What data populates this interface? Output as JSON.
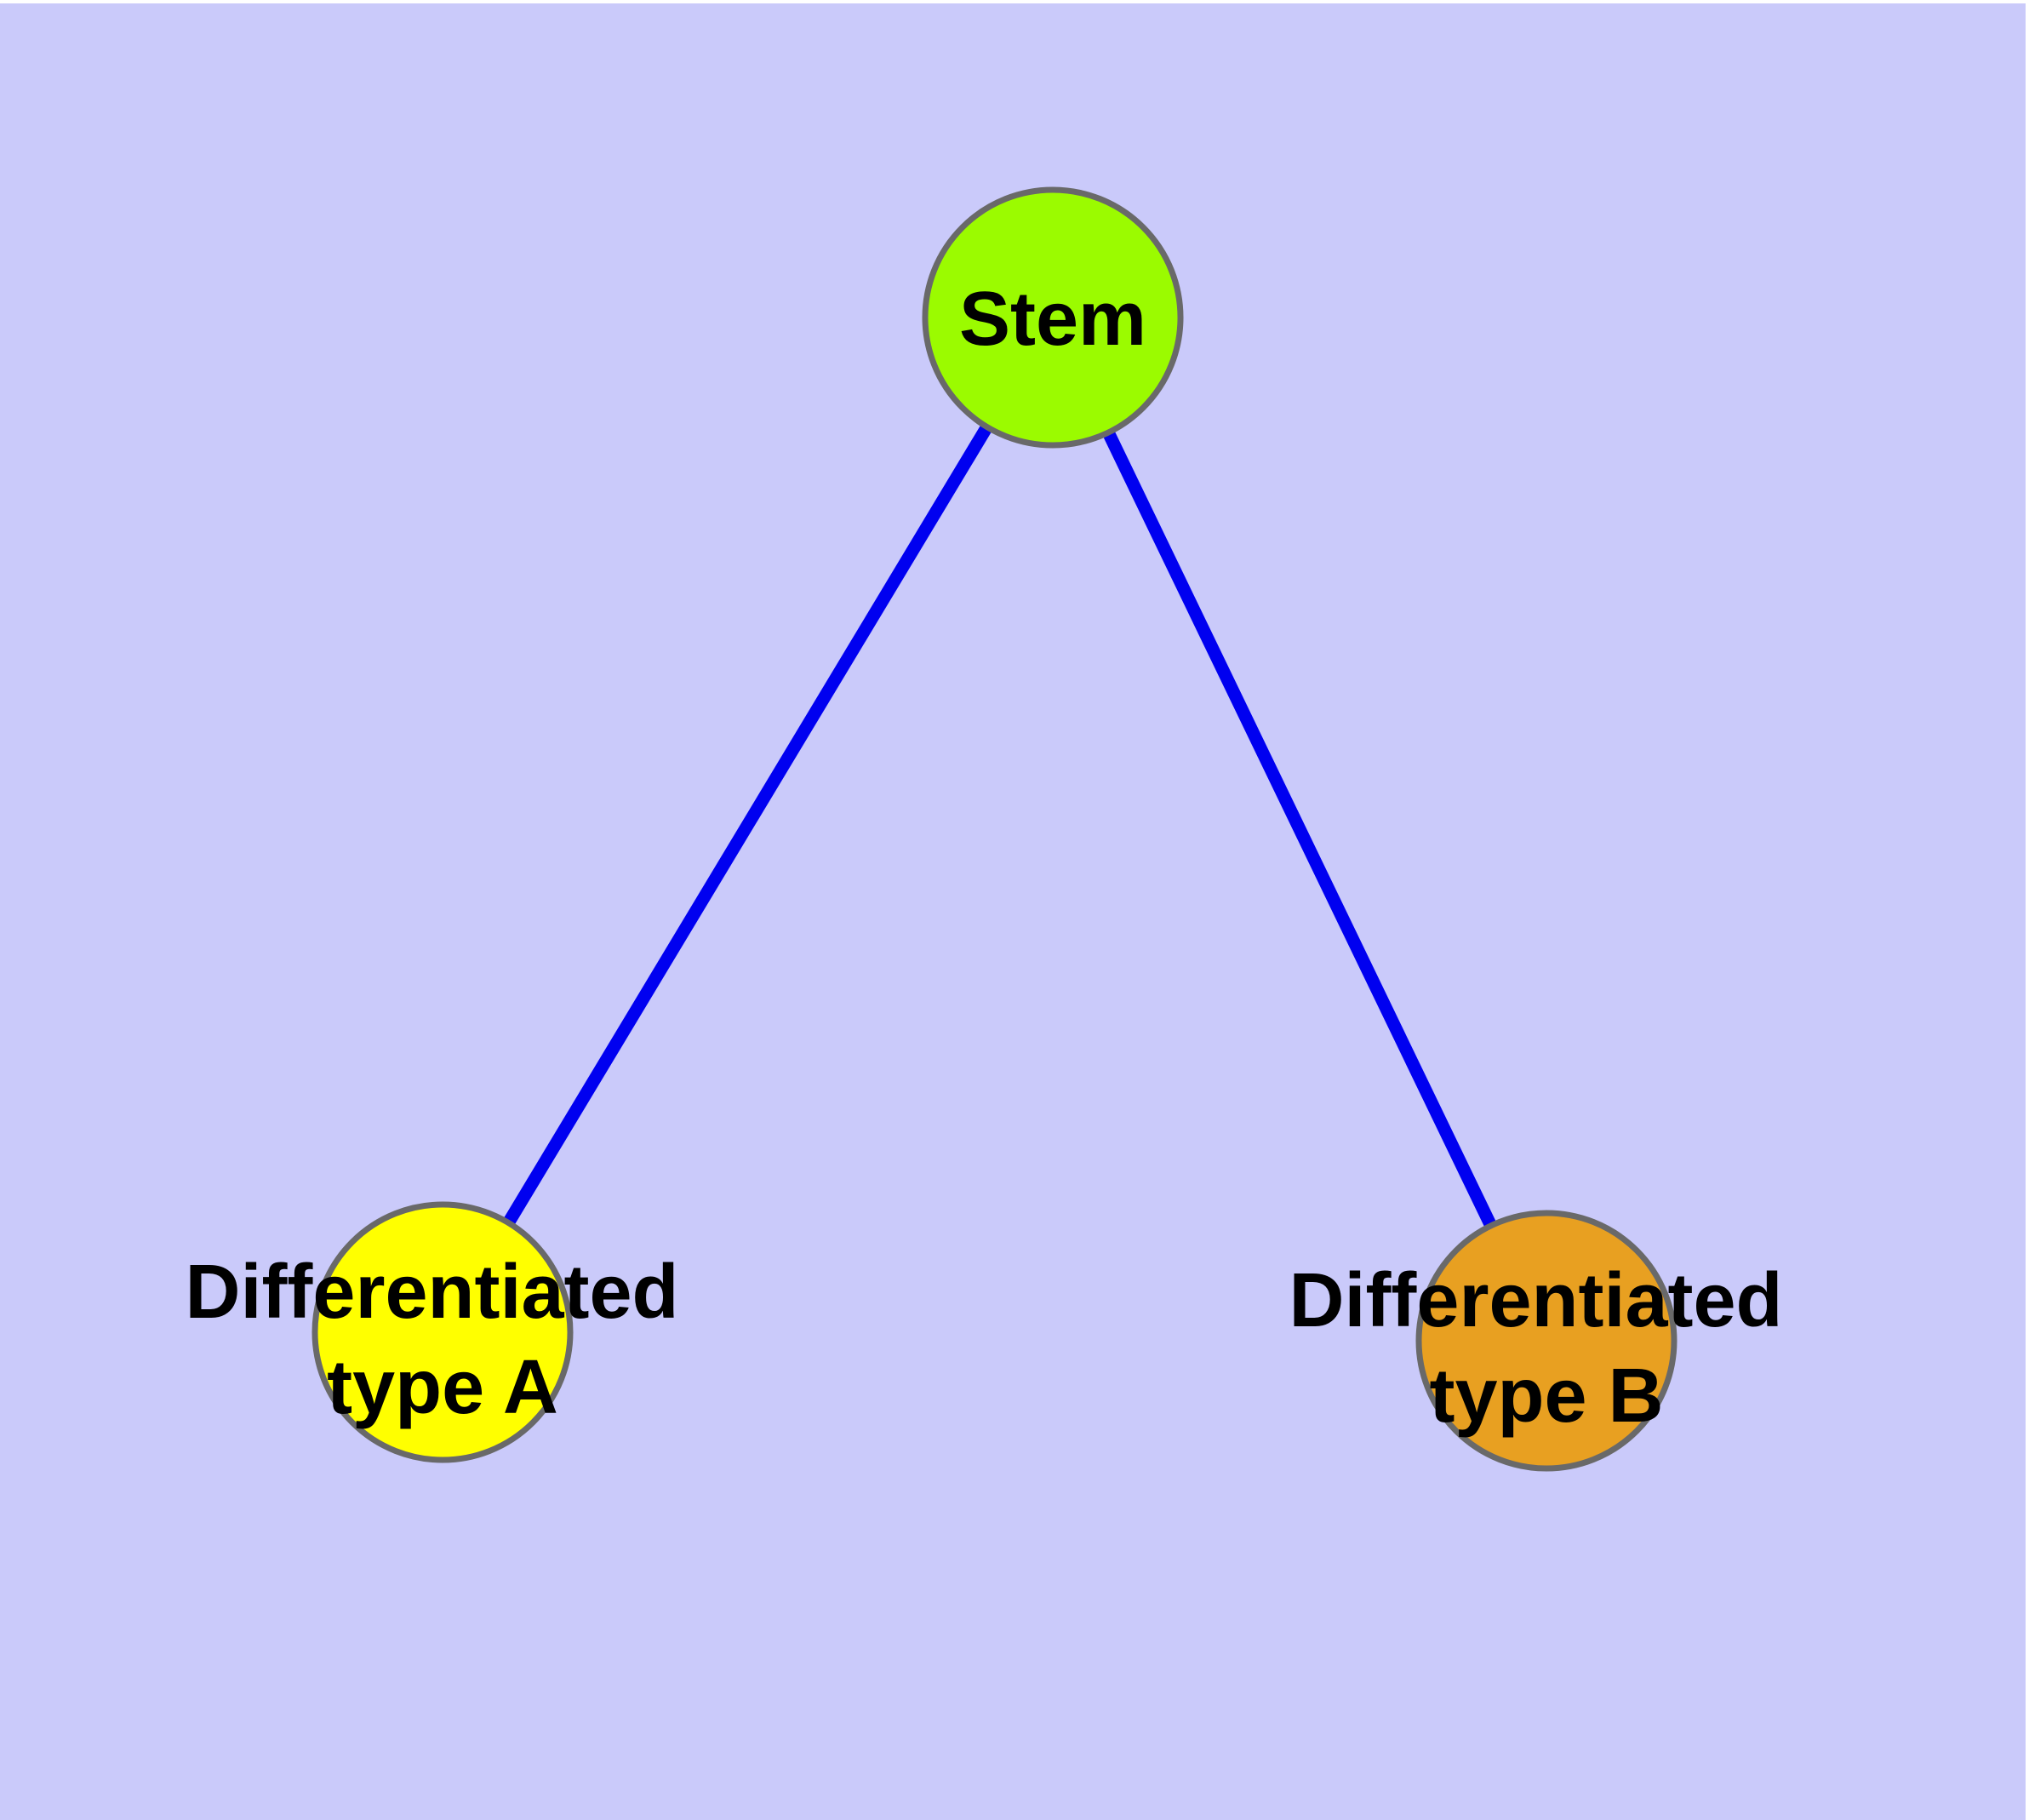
{
  "diagram": {
    "background_color": "#cacafa",
    "canvas_margin_color": "#ffffff",
    "node_border_color": "#696969",
    "edge_color": "#0000f0",
    "label_color": "#000000",
    "nodes": {
      "stem": {
        "label": "Stem",
        "fill": "#9bfb00"
      },
      "type_a": {
        "line1": "Differentiated",
        "line2": "type A",
        "fill": "#ffff00"
      },
      "type_b": {
        "line1": "Differentiated",
        "line2": "type B",
        "fill": "#e8a021"
      }
    },
    "edges": [
      {
        "from": "Stem",
        "to": "Differentiated type A"
      },
      {
        "from": "Stem",
        "to": "Differentiated type B"
      }
    ]
  }
}
